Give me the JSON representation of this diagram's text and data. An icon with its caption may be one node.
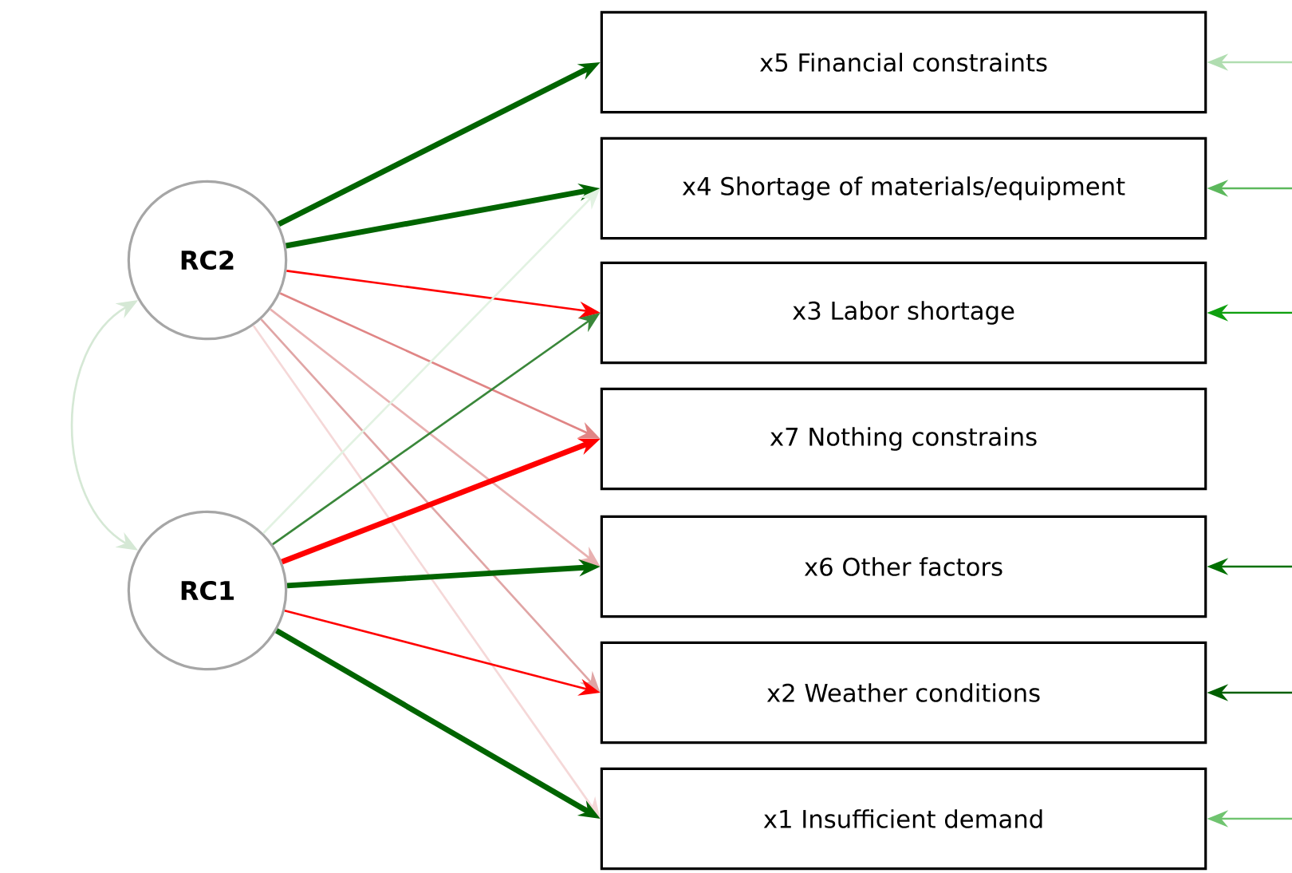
{
  "diagram": {
    "nodes": [
      {
        "text": [
          "RC2"
        ]
      },
      {
        "text": [
          "RC1"
        ]
      },
      {
        "text": [
          "x5 Financial constraints"
        ]
      },
      {
        "text": [
          "x4 Shortage of materials/equipment"
        ]
      },
      {
        "text": [
          "x3 Labor shortage"
        ]
      },
      {
        "text": [
          "x7 Nothing constrains"
        ]
      },
      {
        "text": [
          "x6 Other factors"
        ]
      },
      {
        "text": [
          "x2 Weather conditions"
        ]
      },
      {
        "text": [
          "x1 Insufficient demand"
        ]
      }
    ],
    "edges": [
      {
        "from": 0,
        "to": 2,
        "arrow": "to",
        "style": "thick",
        "color": "#006400"
      },
      {
        "from": 0,
        "to": 3,
        "arrow": "to",
        "style": "thick",
        "color": "#006400"
      },
      {
        "from": 0,
        "to": 4,
        "arrow": "to",
        "color": "#ff0000"
      },
      {
        "from": 0,
        "to": 5,
        "arrow": "to",
        "color": "#e08585"
      },
      {
        "from": 0,
        "to": 6,
        "arrow": "to",
        "color": "#e8b0b0"
      },
      {
        "from": 0,
        "to": 7,
        "arrow": "to",
        "color": "#e0a5a5"
      },
      {
        "from": 0,
        "to": 8,
        "arrow": "to",
        "color": "#f5d8d8"
      },
      {
        "from": 1,
        "to": 3,
        "arrow": "to",
        "color": "#e2f2e2"
      },
      {
        "from": 1,
        "to": 4,
        "arrow": "to",
        "color": "#3a873a"
      },
      {
        "from": 1,
        "to": 5,
        "arrow": "to",
        "style": "thick",
        "color": "#ff0000"
      },
      {
        "from": 1,
        "to": 6,
        "arrow": "to",
        "style": "thick",
        "color": "#006400"
      },
      {
        "from": 1,
        "to": 7,
        "arrow": "to",
        "color": "#ff0000"
      },
      {
        "from": 1,
        "to": 8,
        "arrow": "to",
        "style": "thick",
        "color": "#006400"
      },
      {
        "from": 0,
        "to": 1,
        "arrow": "both",
        "color": "#d5e8d5"
      },
      {
        "from": null,
        "to": 2,
        "arrow": "to",
        "color": "#b0ddb0"
      },
      {
        "from": null,
        "to": 3,
        "arrow": "to",
        "color": "#5cb85c"
      },
      {
        "from": null,
        "to": 4,
        "arrow": "to",
        "color": "#10a010"
      },
      {
        "from": null,
        "to": 6,
        "arrow": "to",
        "color": "#007000"
      },
      {
        "from": null,
        "to": 7,
        "arrow": "to",
        "color": "#005f00"
      },
      {
        "from": null,
        "to": 8,
        "arrow": "to",
        "color": "#70c470"
      }
    ]
  }
}
